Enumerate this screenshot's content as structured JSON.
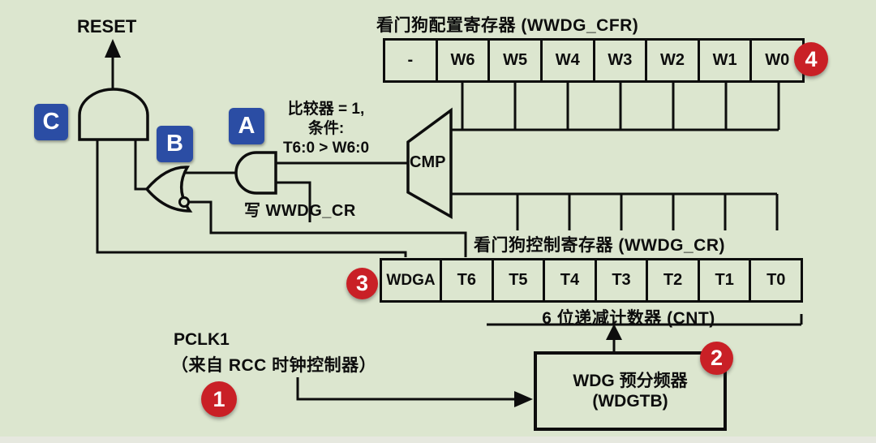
{
  "reset_label": "RESET",
  "gates": {
    "c_label": "C",
    "b_label": "B",
    "a_label": "A"
  },
  "comparator": {
    "label": "CMP",
    "condition_line1": "比较器 = 1,",
    "condition_line2": "条件:",
    "condition_line3": "T6:0 > W6:0",
    "write_signal": "写 WWDG_CR"
  },
  "registers": {
    "cfr": {
      "title": "看门狗配置寄存器 (WWDG_CFR)",
      "cells": [
        "-",
        "W6",
        "W5",
        "W4",
        "W3",
        "W2",
        "W1",
        "W0"
      ],
      "badge": "4"
    },
    "cr": {
      "title": "看门狗控制寄存器 (WWDG_CR)",
      "cells": [
        "WDGA",
        "T6",
        "T5",
        "T4",
        "T3",
        "T2",
        "T1",
        "T0"
      ],
      "badge": "3"
    }
  },
  "counter": {
    "label": "6 位递减计数器 (CNT)"
  },
  "clock": {
    "name": "PCLK1",
    "source": "（来自 RCC 时钟控制器）",
    "badge": "1"
  },
  "prescaler": {
    "line1": "WDG 预分频器",
    "line2": "(WDGTB)",
    "badge": "2"
  },
  "colors": {
    "background": "#dce6cf",
    "accent_blue": "#2b4da4",
    "accent_red": "#c92026",
    "line": "#0d0d0d"
  }
}
